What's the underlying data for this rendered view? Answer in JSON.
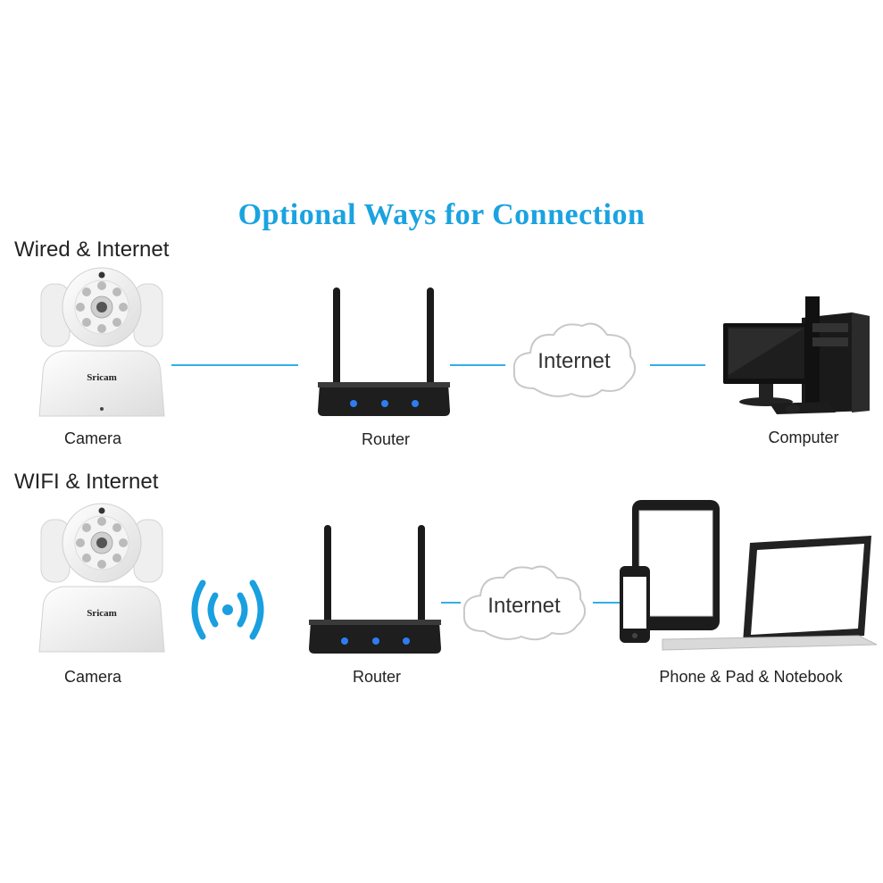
{
  "title": "Optional Ways for Connection",
  "colors": {
    "title": "#1aa3e0",
    "line": "#33aee8",
    "wifi": "#1a9fe0",
    "router_led": "#2e7df0"
  },
  "wired": {
    "section_label": "Wired & Internet",
    "camera_label": "Camera",
    "camera_brand": "Sricam",
    "router_label": "Router",
    "cloud_text": "Internet",
    "computer_label": "Computer"
  },
  "wifi": {
    "section_label": "WIFI & Internet",
    "camera_label": "Camera",
    "camera_brand": "Sricam",
    "router_label": "Router",
    "cloud_text": "Internet",
    "devices_label": "Phone & Pad & Notebook"
  }
}
